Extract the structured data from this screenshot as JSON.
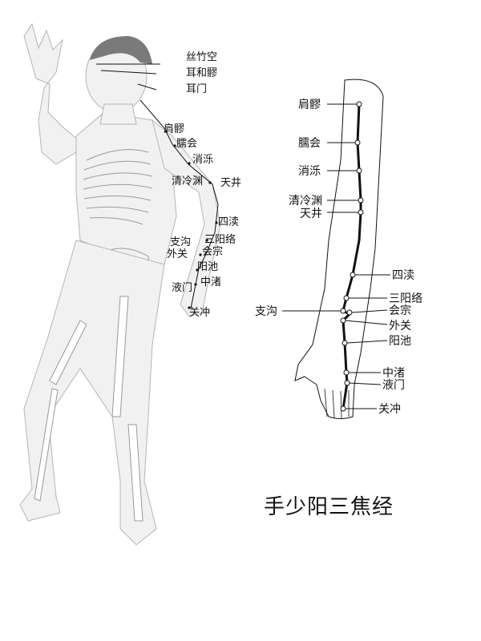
{
  "title": "手少阳三焦经",
  "left_figure": {
    "labels": [
      "丝竹空",
      "耳和髎",
      "耳门",
      "肩髎",
      "臑会",
      "消泺",
      "清冷渊",
      "天井",
      "四渎",
      "三阳络",
      "支沟",
      "会宗",
      "外关",
      "阳池",
      "中渚",
      "液门",
      "关冲"
    ]
  },
  "right_figure": {
    "labels": [
      "肩髎",
      "臑会",
      "消泺",
      "清冷渊",
      "天井",
      "四渎",
      "三阳络",
      "支沟",
      "会宗",
      "外关",
      "阳池",
      "中渚",
      "液门",
      "关冲"
    ]
  },
  "colors": {
    "line": "#111111",
    "body_fill": "#f1f1f1",
    "body_stroke": "#b5b5b5",
    "bone": "#ffffff",
    "hair": "#7a7a7a"
  }
}
